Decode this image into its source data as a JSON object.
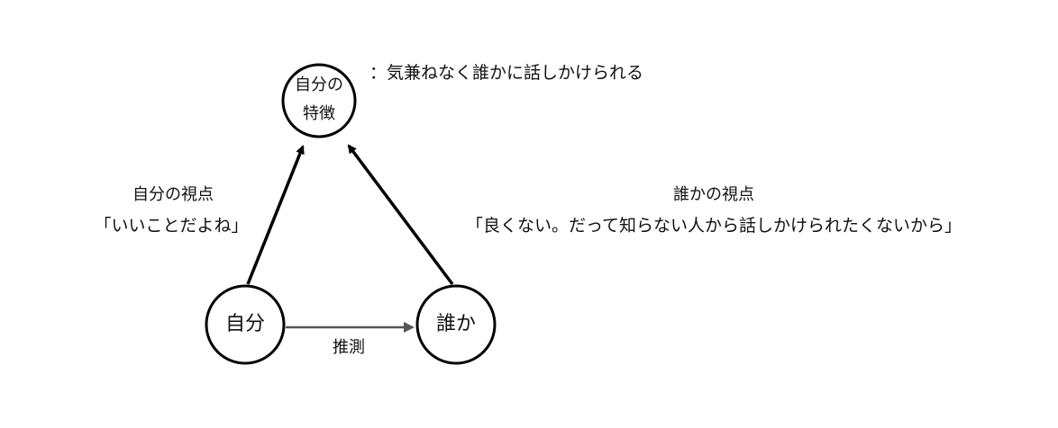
{
  "nodes": {
    "feature": {
      "line1": "自分の",
      "line2": "特徴"
    },
    "self": {
      "label": "自分"
    },
    "other": {
      "label": "誰か"
    }
  },
  "feature_description": "：気兼ねなく誰かに話しかけられる",
  "self_view": {
    "title": "自分の視点",
    "quote": "「いいことだよね」"
  },
  "other_view": {
    "title": "誰かの視点",
    "quote": "「良くない。だって知らない人から話しかけられたくないから」"
  },
  "guess_label": "推測",
  "colors": {
    "stroke": "#000000",
    "guess_arrow": "#555555",
    "text": "#111111"
  }
}
